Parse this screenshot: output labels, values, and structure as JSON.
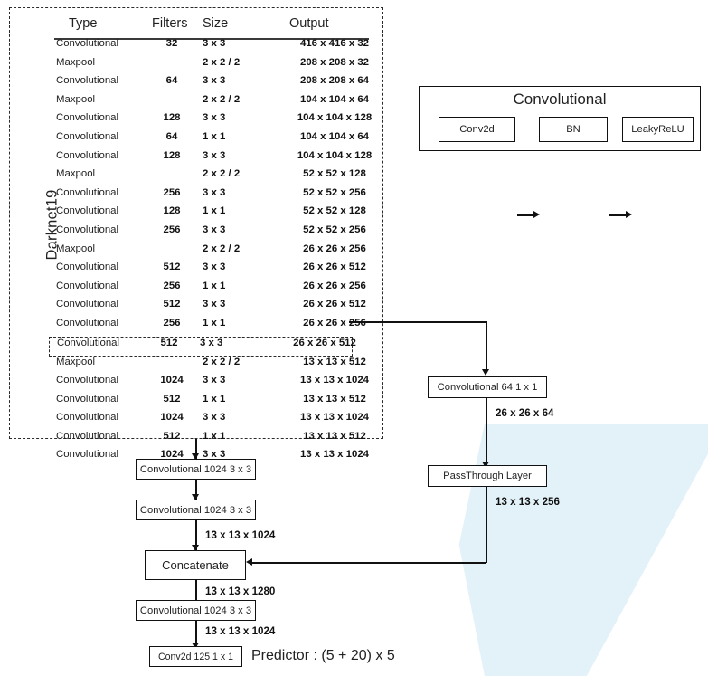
{
  "darknet": {
    "label": "Darknet19",
    "headers": {
      "type": "Type",
      "filters": "Filters",
      "size": "Size",
      "output": "Output"
    },
    "rows": [
      {
        "type": "Convolutional",
        "filters": "32",
        "size": "3 x 3",
        "output": "416 x 416 x 32"
      },
      {
        "type": "Maxpool",
        "filters": "",
        "size": "2 x 2 / 2",
        "output": "208 x 208 x 32"
      },
      {
        "type": "Convolutional",
        "filters": "64",
        "size": "3 x 3",
        "output": "208 x 208 x 64"
      },
      {
        "type": "Maxpool",
        "filters": "",
        "size": "2 x 2 / 2",
        "output": "104 x 104 x 64"
      },
      {
        "type": "Convolutional",
        "filters": "128",
        "size": "3 x 3",
        "output": "104 x 104 x 128"
      },
      {
        "type": "Convolutional",
        "filters": "64",
        "size": "1 x 1",
        "output": "104 x 104 x 64"
      },
      {
        "type": "Convolutional",
        "filters": "128",
        "size": "3 x 3",
        "output": "104 x 104 x 128"
      },
      {
        "type": "Maxpool",
        "filters": "",
        "size": "2 x 2 / 2",
        "output": "52 x 52 x 128"
      },
      {
        "type": "Convolutional",
        "filters": "256",
        "size": "3 x 3",
        "output": "52 x 52 x 256"
      },
      {
        "type": "Convolutional",
        "filters": "128",
        "size": "1 x 1",
        "output": "52 x 52 x 128"
      },
      {
        "type": "Convolutional",
        "filters": "256",
        "size": "3 x 3",
        "output": "52 x 52 x 256"
      },
      {
        "type": "Maxpool",
        "filters": "",
        "size": "2 x 2 / 2",
        "output": "26 x 26 x 256"
      },
      {
        "type": "Convolutional",
        "filters": "512",
        "size": "3 x 3",
        "output": "26 x 26 x 512"
      },
      {
        "type": "Convolutional",
        "filters": "256",
        "size": "1 x 1",
        "output": "26 x 26 x 256"
      },
      {
        "type": "Convolutional",
        "filters": "512",
        "size": "3 x 3",
        "output": "26 x 26 x 512"
      },
      {
        "type": "Convolutional",
        "filters": "256",
        "size": "1 x 1",
        "output": "26 x 26 x 256"
      },
      {
        "type": "Convolutional",
        "filters": "512",
        "size": "3 x 3",
        "output": "26 x 26 x 512",
        "highlighted": true
      },
      {
        "type": "Maxpool",
        "filters": "",
        "size": "2 x 2 / 2",
        "output": "13 x 13 x 512"
      },
      {
        "type": "Convolutional",
        "filters": "1024",
        "size": "3 x 3",
        "output": "13 x 13 x 1024"
      },
      {
        "type": "Convolutional",
        "filters": "512",
        "size": "1 x 1",
        "output": "13 x 13 x 512"
      },
      {
        "type": "Convolutional",
        "filters": "1024",
        "size": "3 x 3",
        "output": "13 x 13 x 1024"
      },
      {
        "type": "Convolutional",
        "filters": "512",
        "size": "1 x 1",
        "output": "13 x 13 x 512"
      },
      {
        "type": "Convolutional",
        "filters": "1024",
        "size": "3 x 3",
        "output": "13 x 13 x 1024"
      }
    ]
  },
  "legend": {
    "title": "Convolutional",
    "stages": [
      "Conv2d",
      "BN",
      "LeakyReLU"
    ]
  },
  "main_chain": {
    "conv_a": "Convolutional  1024  3 x 3",
    "conv_b": "Convolutional  1024  3 x 3",
    "label_after_b": "13 x 13 x 1024",
    "concatenate": "Concatenate",
    "label_after_concat": "13 x 13 x 1280",
    "conv_c": "Convolutional  1024  3 x 3",
    "label_after_c": "13 x 13 x 1024",
    "conv2d_final": "Conv2d   125  1 x 1",
    "predictor": "Predictor :  (5 + 20) x 5"
  },
  "branch": {
    "conv_1x1": "Convolutional  64    1 x 1",
    "label_after_conv": "26 x 26 x 64",
    "passthrough": "PassThrough Layer",
    "label_after_passthrough": "13 x 13 x 256"
  }
}
